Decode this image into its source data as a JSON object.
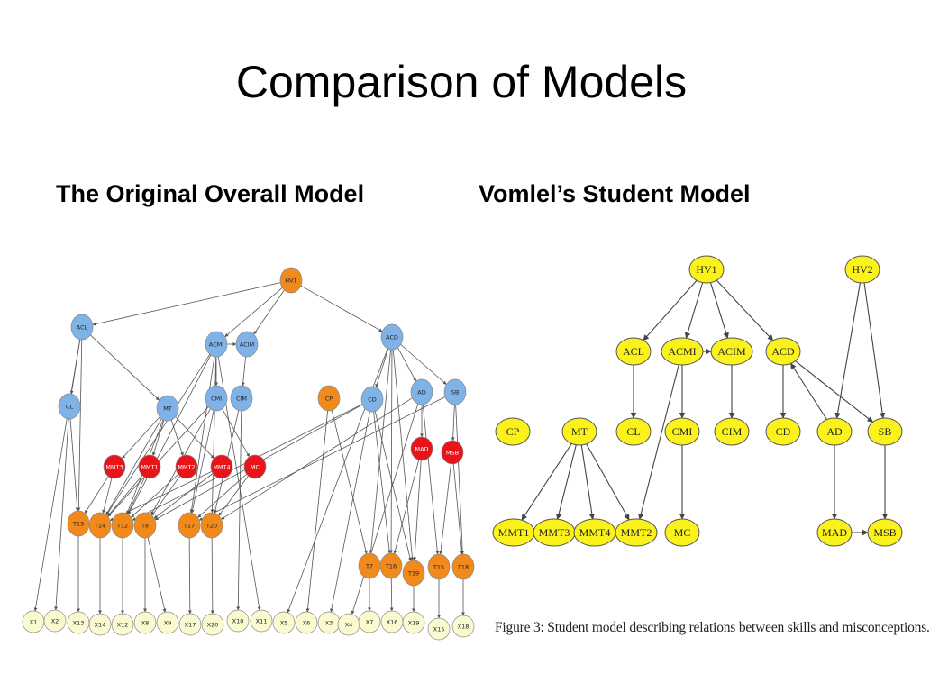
{
  "slide": {
    "title": "Comparison of Models"
  },
  "left": {
    "subtitle": "The Original Overall Model"
  },
  "right": {
    "subtitle": "Vomlel’s Student Model",
    "caption": "Figure 3: Student model describing relations between skills and misconceptions."
  },
  "colors": {
    "blue": "#7fb2e6",
    "orange": "#f28a1b",
    "red": "#e8141a",
    "pale": "#fafad0",
    "yellow": "#fbf21c",
    "edge": "#555555"
  },
  "left_graph": {
    "nodes": [
      {
        "id": "HV1",
        "c": "orange"
      },
      {
        "id": "ACL",
        "c": "blue"
      },
      {
        "id": "ACMI",
        "c": "blue"
      },
      {
        "id": "ACIM",
        "c": "blue"
      },
      {
        "id": "ACD",
        "c": "blue"
      },
      {
        "id": "CL",
        "c": "blue"
      },
      {
        "id": "MT",
        "c": "blue"
      },
      {
        "id": "CMI",
        "c": "blue"
      },
      {
        "id": "CIM",
        "c": "blue"
      },
      {
        "id": "CP",
        "c": "orange"
      },
      {
        "id": "CD",
        "c": "blue"
      },
      {
        "id": "AD",
        "c": "blue"
      },
      {
        "id": "SB",
        "c": "blue"
      },
      {
        "id": "MMT3",
        "c": "red"
      },
      {
        "id": "MMT1",
        "c": "red"
      },
      {
        "id": "MMT2",
        "c": "red"
      },
      {
        "id": "MMT4",
        "c": "red"
      },
      {
        "id": "MC",
        "c": "red"
      },
      {
        "id": "MAD",
        "c": "red"
      },
      {
        "id": "MSB",
        "c": "red"
      },
      {
        "id": "T13",
        "c": "orange"
      },
      {
        "id": "T14",
        "c": "orange"
      },
      {
        "id": "T12",
        "c": "orange"
      },
      {
        "id": "T8",
        "c": "orange"
      },
      {
        "id": "T17",
        "c": "orange"
      },
      {
        "id": "T20",
        "c": "orange"
      },
      {
        "id": "T7",
        "c": "orange"
      },
      {
        "id": "T16",
        "c": "orange"
      },
      {
        "id": "T19",
        "c": "orange"
      },
      {
        "id": "T15",
        "c": "orange"
      },
      {
        "id": "T18",
        "c": "orange"
      },
      {
        "id": "X1",
        "c": "pale"
      },
      {
        "id": "X2",
        "c": "pale"
      },
      {
        "id": "X13",
        "c": "pale"
      },
      {
        "id": "X14",
        "c": "pale"
      },
      {
        "id": "X12",
        "c": "pale"
      },
      {
        "id": "X8",
        "c": "pale"
      },
      {
        "id": "X9",
        "c": "pale"
      },
      {
        "id": "X17",
        "c": "pale"
      },
      {
        "id": "X20",
        "c": "pale"
      },
      {
        "id": "X10",
        "c": "pale"
      },
      {
        "id": "X11",
        "c": "pale"
      },
      {
        "id": "X5",
        "c": "pale"
      },
      {
        "id": "X6",
        "c": "pale"
      },
      {
        "id": "X3",
        "c": "pale"
      },
      {
        "id": "X4",
        "c": "pale"
      },
      {
        "id": "X7",
        "c": "pale"
      },
      {
        "id": "X16",
        "c": "pale"
      },
      {
        "id": "X19",
        "c": "pale"
      },
      {
        "id": "X15",
        "c": "pale"
      },
      {
        "id": "X18",
        "c": "pale"
      }
    ],
    "edges": [
      [
        "HV1",
        "ACL"
      ],
      [
        "HV1",
        "ACMI"
      ],
      [
        "HV1",
        "ACIM"
      ],
      [
        "HV1",
        "ACD"
      ],
      [
        "ACMI",
        "ACIM"
      ],
      [
        "ACL",
        "CL"
      ],
      [
        "ACL",
        "MT"
      ],
      [
        "ACL",
        "T13"
      ],
      [
        "ACL",
        "X1"
      ],
      [
        "ACMI",
        "CMI"
      ],
      [
        "ACMI",
        "T14"
      ],
      [
        "ACMI",
        "T12"
      ],
      [
        "ACMI",
        "T17"
      ],
      [
        "ACMI",
        "T20"
      ],
      [
        "ACIM",
        "CIM"
      ],
      [
        "ACD",
        "CD"
      ],
      [
        "ACD",
        "AD"
      ],
      [
        "ACD",
        "SB"
      ],
      [
        "ACD",
        "T7"
      ],
      [
        "ACD",
        "T16"
      ],
      [
        "ACD",
        "T19"
      ],
      [
        "CL",
        "X2"
      ],
      [
        "CL",
        "T13"
      ],
      [
        "MT",
        "MMT3"
      ],
      [
        "MT",
        "MMT1"
      ],
      [
        "MT",
        "MMT2"
      ],
      [
        "MT",
        "MMT4"
      ],
      [
        "MT",
        "T14"
      ],
      [
        "MT",
        "T12"
      ],
      [
        "CMI",
        "MC"
      ],
      [
        "CMI",
        "T17"
      ],
      [
        "CMI",
        "T14"
      ],
      [
        "CMI",
        "T8"
      ],
      [
        "CIM",
        "X10"
      ],
      [
        "CIM",
        "T20"
      ],
      [
        "CP",
        "T7"
      ],
      [
        "CD",
        "T16"
      ],
      [
        "CD",
        "T19"
      ],
      [
        "CD",
        "X3"
      ],
      [
        "CD",
        "T12"
      ],
      [
        "CD",
        "T8"
      ],
      [
        "AD",
        "MAD"
      ],
      [
        "AD",
        "T15"
      ],
      [
        "AD",
        "T20"
      ],
      [
        "SB",
        "MSB"
      ],
      [
        "SB",
        "T18"
      ],
      [
        "SB",
        "T17"
      ],
      [
        "MMT3",
        "T13"
      ],
      [
        "MMT3",
        "T14"
      ],
      [
        "MMT1",
        "T14"
      ],
      [
        "MMT1",
        "T12"
      ],
      [
        "MMT2",
        "T12"
      ],
      [
        "MMT2",
        "T8"
      ],
      [
        "MMT4",
        "T8"
      ],
      [
        "MMT4",
        "T14"
      ],
      [
        "MC",
        "T17"
      ],
      [
        "MC",
        "T20"
      ],
      [
        "MAD",
        "T16"
      ],
      [
        "MAD",
        "T19"
      ],
      [
        "MSB",
        "T18"
      ],
      [
        "MSB",
        "T15"
      ],
      [
        "T13",
        "X13"
      ],
      [
        "T14",
        "X14"
      ],
      [
        "T12",
        "X12"
      ],
      [
        "T8",
        "X8"
      ],
      [
        "T8",
        "X9"
      ],
      [
        "T17",
        "X17"
      ],
      [
        "T20",
        "X20"
      ],
      [
        "T7",
        "X7"
      ],
      [
        "T16",
        "X16"
      ],
      [
        "T19",
        "X19"
      ],
      [
        "T15",
        "X15"
      ],
      [
        "T18",
        "X18"
      ],
      [
        "ACMI",
        "X11"
      ],
      [
        "ACD",
        "X5"
      ],
      [
        "CP",
        "X6"
      ],
      [
        "AD",
        "X4"
      ]
    ]
  },
  "right_graph": {
    "nodes": [
      {
        "id": "HV1"
      },
      {
        "id": "HV2"
      },
      {
        "id": "ACL"
      },
      {
        "id": "ACMI"
      },
      {
        "id": "ACIM"
      },
      {
        "id": "ACD"
      },
      {
        "id": "CP"
      },
      {
        "id": "MT"
      },
      {
        "id": "CL"
      },
      {
        "id": "CMI"
      },
      {
        "id": "CIM"
      },
      {
        "id": "CD"
      },
      {
        "id": "AD"
      },
      {
        "id": "SB"
      },
      {
        "id": "MMT1"
      },
      {
        "id": "MMT3"
      },
      {
        "id": "MMT4"
      },
      {
        "id": "MMT2"
      },
      {
        "id": "MC"
      },
      {
        "id": "MAD"
      },
      {
        "id": "MSB"
      }
    ],
    "edges": [
      [
        "HV1",
        "ACL"
      ],
      [
        "HV1",
        "ACMI"
      ],
      [
        "HV1",
        "ACIM"
      ],
      [
        "HV1",
        "ACD"
      ],
      [
        "ACMI",
        "ACIM"
      ],
      [
        "ACL",
        "CL"
      ],
      [
        "ACMI",
        "CMI"
      ],
      [
        "ACMI",
        "MMT2"
      ],
      [
        "ACIM",
        "CIM"
      ],
      [
        "ACD",
        "CD"
      ],
      [
        "ACD",
        "SB"
      ],
      [
        "AD",
        "ACD"
      ],
      [
        "HV2",
        "AD"
      ],
      [
        "HV2",
        "SB"
      ],
      [
        "MT",
        "MMT1"
      ],
      [
        "MT",
        "MMT3"
      ],
      [
        "MT",
        "MMT4"
      ],
      [
        "MT",
        "MMT2"
      ],
      [
        "CMI",
        "MC"
      ],
      [
        "AD",
        "MAD"
      ],
      [
        "SB",
        "MSB"
      ],
      [
        "MAD",
        "MSB"
      ]
    ]
  }
}
